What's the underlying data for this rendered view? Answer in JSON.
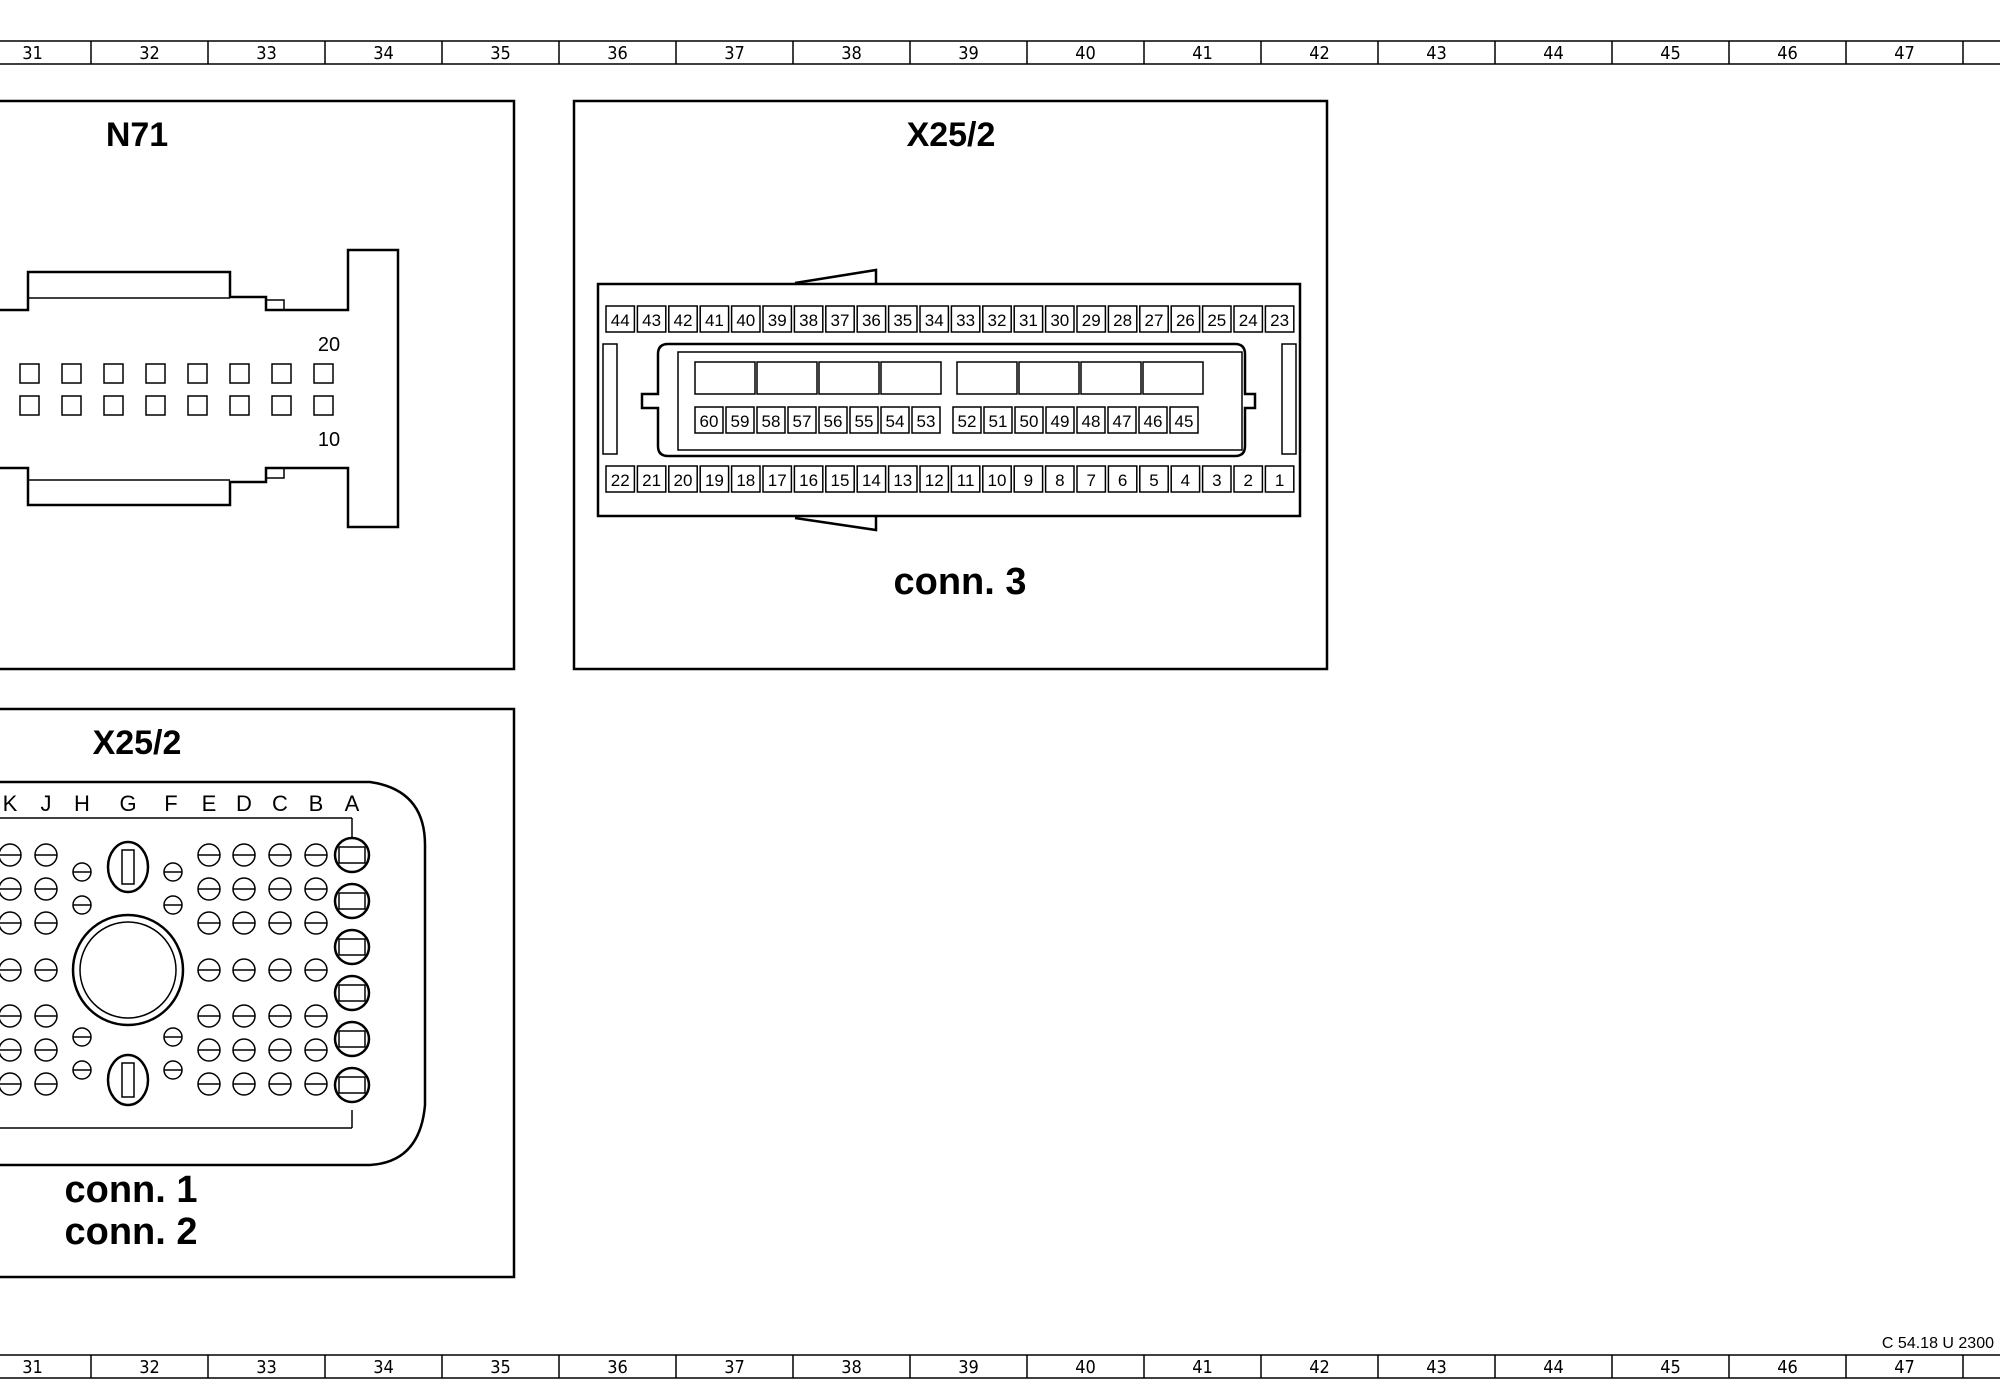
{
  "ruler": {
    "columns": [
      "31",
      "32",
      "33",
      "34",
      "35",
      "36",
      "37",
      "38",
      "39",
      "40",
      "41",
      "42",
      "43",
      "44",
      "45",
      "46",
      "47"
    ]
  },
  "panels": {
    "n71": {
      "title": "N71",
      "pin_labels": [
        "20",
        "10"
      ]
    },
    "x25_2_conn3": {
      "title": "X25/2",
      "caption": "conn. 3",
      "top_row": [
        "44",
        "43",
        "42",
        "41",
        "40",
        "39",
        "38",
        "37",
        "36",
        "35",
        "34",
        "33",
        "32",
        "31",
        "30",
        "29",
        "28",
        "27",
        "26",
        "25",
        "24",
        "23"
      ],
      "middle_row": [
        "60",
        "59",
        "58",
        "57",
        "56",
        "55",
        "54",
        "53",
        "52",
        "51",
        "50",
        "49",
        "48",
        "47",
        "46",
        "45"
      ],
      "bottom_row": [
        "22",
        "21",
        "20",
        "19",
        "18",
        "17",
        "16",
        "15",
        "14",
        "13",
        "12",
        "11",
        "10",
        "9",
        "8",
        "7",
        "6",
        "5",
        "4",
        "3",
        "2",
        "1"
      ]
    },
    "x25_2_conn12": {
      "title": "X25/2",
      "letters": [
        "K",
        "J",
        "H",
        "G",
        "F",
        "E",
        "D",
        "C",
        "B",
        "A"
      ],
      "caption_1": "conn. 1",
      "caption_2": "conn. 2"
    }
  },
  "footer": {
    "reference": "C 54.18 U 2300"
  }
}
